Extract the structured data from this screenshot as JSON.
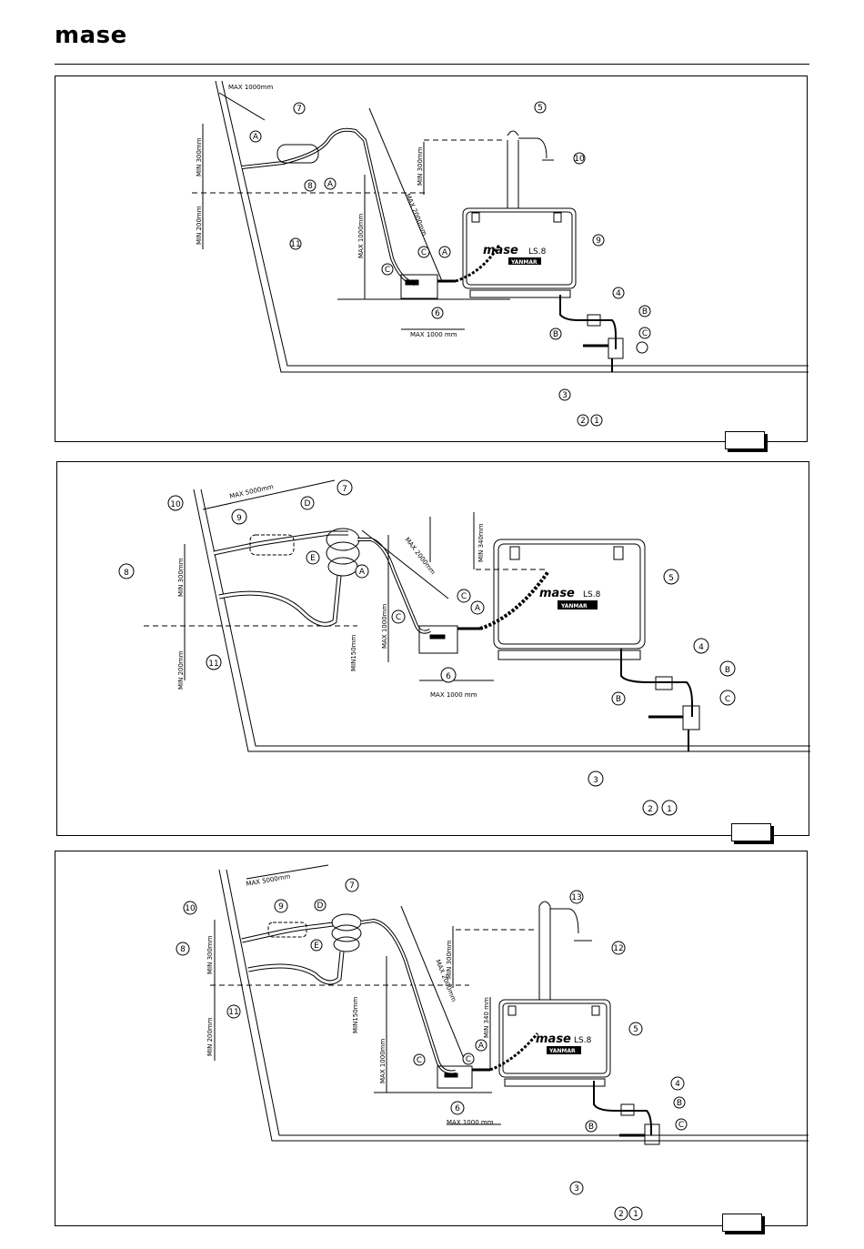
{
  "header": {
    "brand": "mase"
  },
  "generator": {
    "brand": "mase",
    "model": "LS.8",
    "engine_label": "YANMAR"
  },
  "callouts": {
    "p1": [
      "1",
      "2",
      "3",
      "4",
      "5",
      "6",
      "7",
      "8",
      "9",
      "10",
      "11",
      "A",
      "B",
      "C"
    ],
    "p2": [
      "1",
      "2",
      "3",
      "4",
      "5",
      "6",
      "7",
      "8",
      "9",
      "10",
      "11",
      "A",
      "B",
      "C",
      "D",
      "E"
    ],
    "p3": [
      "1",
      "2",
      "3",
      "4",
      "5",
      "6",
      "7",
      "8",
      "9",
      "10",
      "11",
      "12",
      "13",
      "A",
      "B",
      "C",
      "D",
      "E"
    ]
  },
  "dimensions": {
    "p1": {
      "max_1000_top": "MAX 1000mm",
      "min_300_left": "MIN 300mm",
      "min_200_left": "MIN 200mm",
      "max_1000_vert": "MAX 1000mm",
      "min_300_vent": "MIN 300mm",
      "max_2000": "MAX 2000mm",
      "max_1000_bottom": "MAX 1000 mm"
    },
    "p2": {
      "max_5000": "MAX 5000mm",
      "min_300_left": "MIN 300mm",
      "min_200_left": "MIN 200mm",
      "max_2000": "MAX 2000mm",
      "min_340": "MIN 340mm",
      "max_1000_vert": "MAX 1000mm",
      "min_150": "MIN150mm",
      "max_1000_bottom": "MAX 1000 mm"
    },
    "p3": {
      "max_5000": "MAX 5000mm",
      "min_300_left": "MIN 300mm",
      "min_200_left": "MIN 200mm",
      "min_300_vent": "MIN 300mm",
      "max_2000": "MAX 2000mm",
      "min_340": "MIN 340 mm",
      "max_1000_vert": "MAX 1000mm",
      "min_150": "MIN150mm",
      "max_1000_bottom": "MAX 1000 mm"
    }
  }
}
